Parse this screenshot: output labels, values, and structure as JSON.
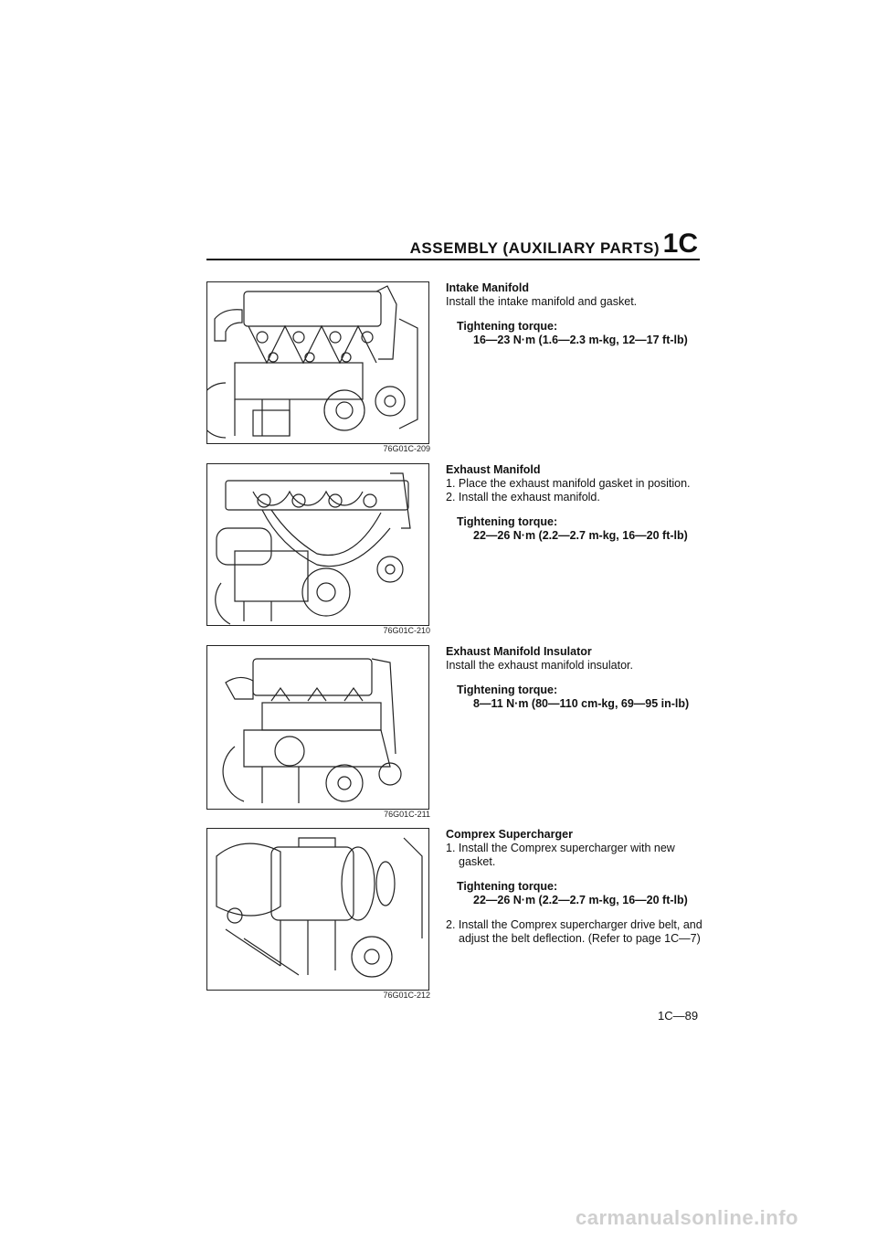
{
  "header": {
    "title": "ASSEMBLY (AUXILIARY PARTS)",
    "code": "1C"
  },
  "sections": [
    {
      "figure_code": "76G01C-209",
      "title": "Intake Manifold",
      "lines": [
        "Install the intake manifold and gasket."
      ],
      "torque_label": "Tightening torque:",
      "torque_value": "16—23 N·m (1.6—2.3 m-kg, 12—17 ft-lb)"
    },
    {
      "figure_code": "76G01C-210",
      "title": "Exhaust Manifold",
      "lines": [
        "1. Place the exhaust manifold gasket in position.",
        "2. Install the exhaust manifold."
      ],
      "torque_label": "Tightening torque:",
      "torque_value": "22—26 N·m (2.2—2.7 m-kg, 16—20 ft-lb)"
    },
    {
      "figure_code": "76G01C-211",
      "title": "Exhaust Manifold Insulator",
      "lines": [
        "Install the exhaust manifold insulator."
      ],
      "torque_label": "Tightening torque:",
      "torque_value": "8—11 N·m (80—110 cm-kg, 69—95 in-lb)"
    },
    {
      "figure_code": "76G01C-212",
      "title": "Comprex Supercharger",
      "lines": [
        "1. Install the Comprex supercharger with new gasket."
      ],
      "torque_label": "Tightening torque:",
      "torque_value": "22—26 N·m (2.2—2.7 m-kg, 16—20 ft-lb)",
      "after_lines": [
        "2. Install the Comprex supercharger drive belt, and adjust the belt deflection. (Refer to page 1C—7)"
      ]
    }
  ],
  "page_number": "1C—89",
  "watermark": "carmanualsonline.info"
}
